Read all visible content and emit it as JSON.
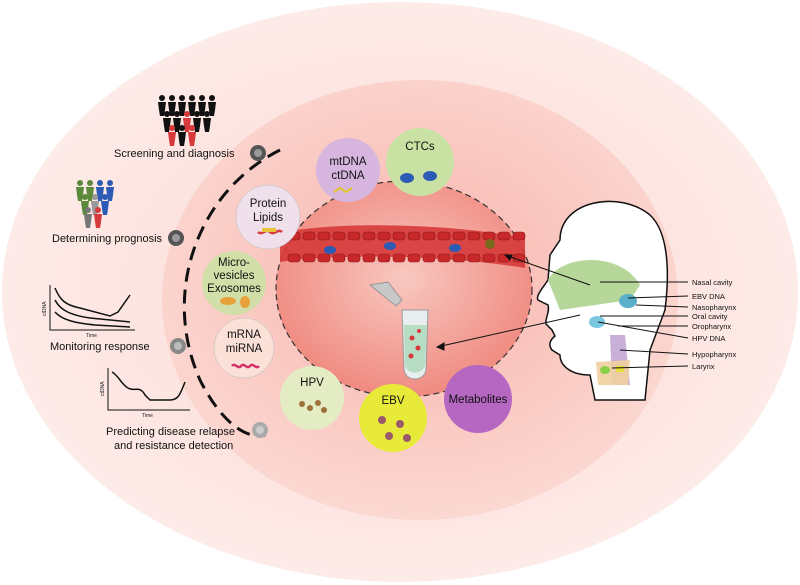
{
  "stages": [
    {
      "text": "Screening and diagnosis"
    },
    {
      "text": "Determining prognosis"
    },
    {
      "text": "Monitoring response"
    },
    {
      "text": "Predicting disease relapse"
    },
    {
      "text": "and resistance detection"
    }
  ],
  "mini_charts": [
    {
      "ylabel": "ctDNA",
      "xlabel": "Time"
    },
    {
      "ylabel": "ctDNA",
      "xlabel": "Time"
    }
  ],
  "bubbles": {
    "mtdna": [
      "mtDNA",
      "ctDNA"
    ],
    "ctcs": "CTCs",
    "protein": [
      "Protein",
      "Lipids"
    ],
    "micro": [
      "Micro-",
      "vesicles",
      "Exosomes"
    ],
    "mrna": [
      "mRNA",
      "miRNA"
    ],
    "hpv": "HPV",
    "ebv": "EBV",
    "metabolites": "Metabolites"
  },
  "anatomy_labels": [
    "Nasal cavity",
    "EBV DNA",
    "Nasopharynx",
    "Oral cavity",
    "Oropharynx",
    "HPV DNA",
    "Hypopharynx",
    "Larynx"
  ],
  "colors": {
    "outer_ellipse": "#fde4e0",
    "inner_circle": "#f7b8b0",
    "vessel": "#d63a3a",
    "bubble_green": "#c9e2a3",
    "bubble_purple": "#d6b6df",
    "bubble_yellow": "#e8ea3a",
    "bubble_metabolite": "#b567c2",
    "head_green": "#b7d79a"
  }
}
